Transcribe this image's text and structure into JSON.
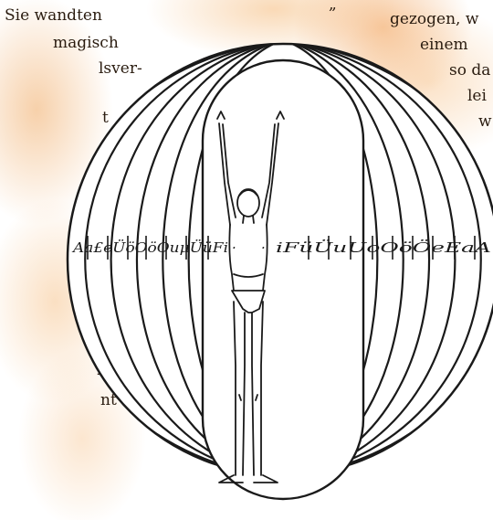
{
  "left_column": {
    "lines": [
      "Sie wandten",
      "magisch",
      "lsver-",
      "t",
      "-",
      "nt"
    ]
  },
  "right_column": {
    "lines": [
      "„",
      "gezogen, w",
      "einem",
      "so da",
      "lei",
      "w"
    ]
  },
  "figure": {
    "vowel_band_left": "Aa£eÜöOöOuμÜüFi",
    "vowel_band_right": "iFüÜuUoOöÖeEaA",
    "dot_left": "·",
    "dot_right": "·"
  },
  "colors": {
    "accent_wash": "#f0aa64",
    "ink": "#1a1a1a",
    "text": "#2a1c10"
  }
}
